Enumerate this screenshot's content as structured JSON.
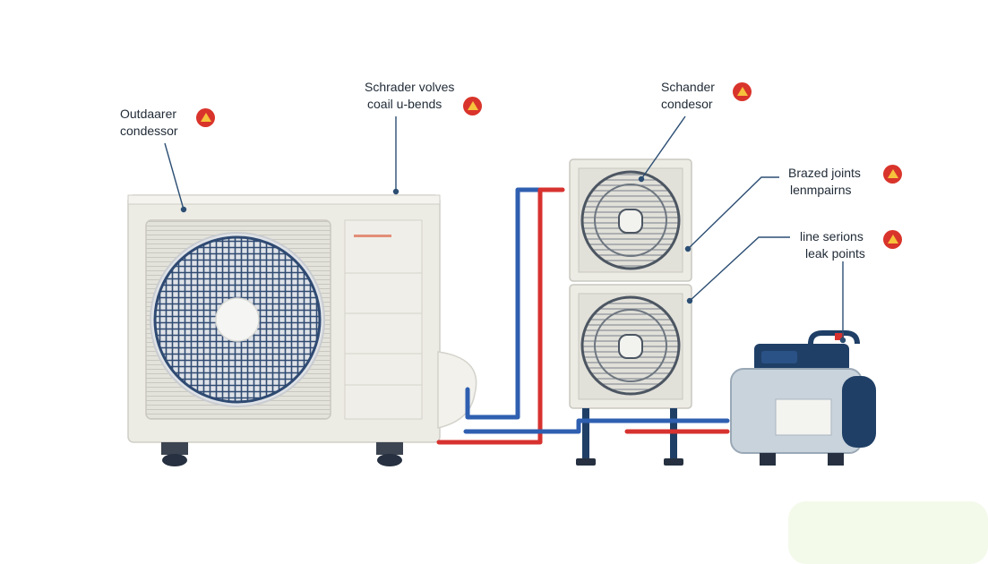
{
  "callouts": {
    "outdoor_condensor": {
      "line1": "Outdaarer",
      "line2": "condessor",
      "icon": "warning-icon"
    },
    "schrader_valves": {
      "line1": "Schrader volves",
      "line2": "coail u-bends",
      "icon": "warning-icon"
    },
    "schander_condesor": {
      "line1": "Schander",
      "line2": "condesor",
      "icon": "warning-icon"
    },
    "brazed_joints": {
      "line1": "Brazed joints",
      "line2": "lenmpairns",
      "icon": "warning-icon"
    },
    "line_serions": {
      "line1": "line serions",
      "line2": "leak points",
      "icon": "warning-icon"
    }
  },
  "colors": {
    "unit_body": "#ecebe4",
    "fan_blue": "#2f4a72",
    "pipe_red": "#d7322f",
    "pipe_blue": "#2f5fb0",
    "pump_navy": "#1f3f66",
    "warning_red": "#d9342b",
    "warning_yellow": "#f6c23c",
    "leader_line": "#2c4e73"
  }
}
